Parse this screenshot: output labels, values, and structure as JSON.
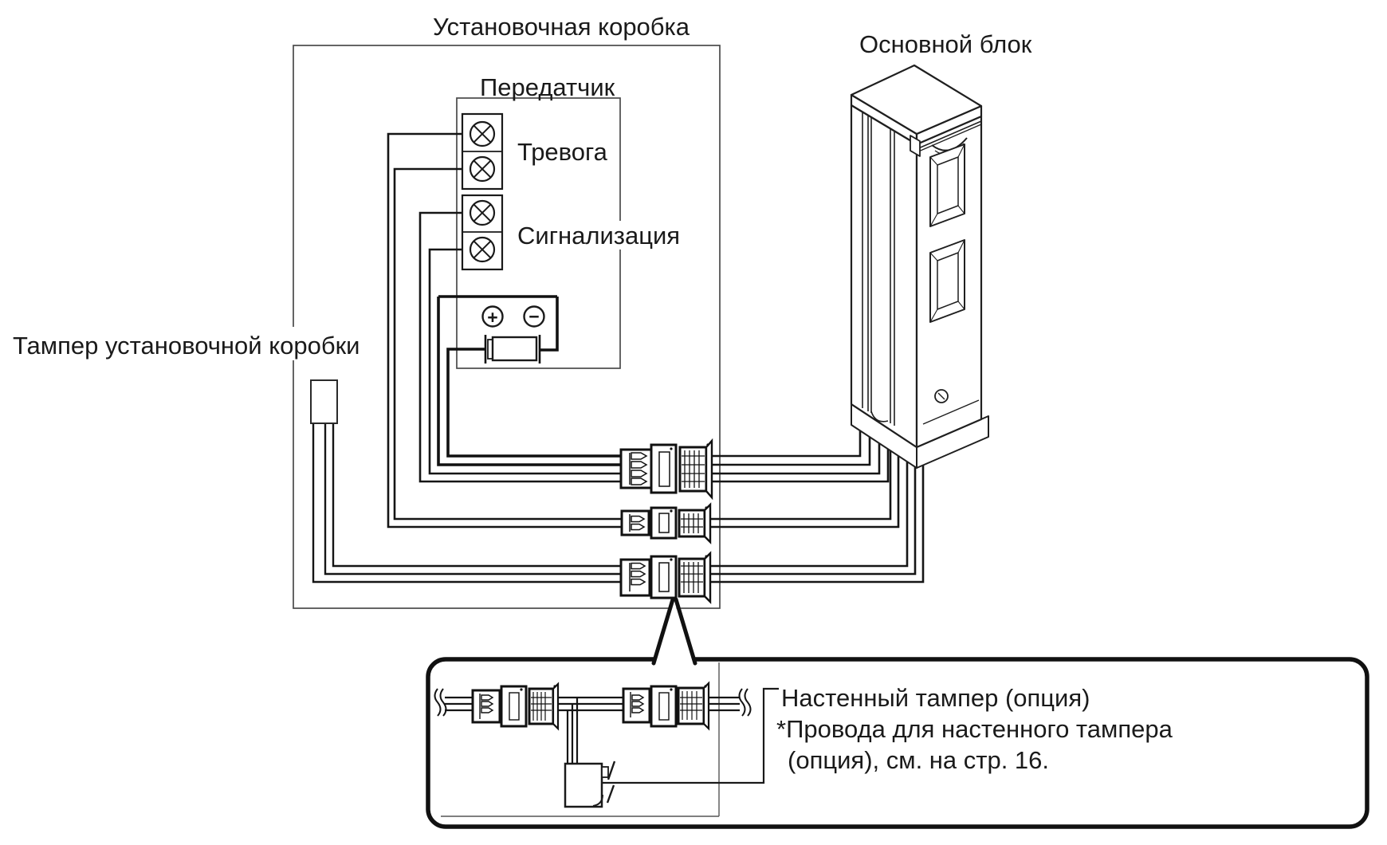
{
  "diagram": {
    "installation_box_label": "Установочная коробка",
    "transmitter_label": "Передатчик",
    "terminals": {
      "alarm_label": "Тревога",
      "signaling_label": "Сигнализация"
    },
    "battery": {
      "positive_symbol": "+",
      "negative_symbol": "−"
    },
    "box_tamper_label": "Тампер установочной коробки",
    "main_unit_label": "Основной блок",
    "callout": {
      "line1": "Настенный тампер (опция)",
      "line2": "*Провода для настенного тампера",
      "line3": "(опция), см. на стр. 16."
    }
  }
}
